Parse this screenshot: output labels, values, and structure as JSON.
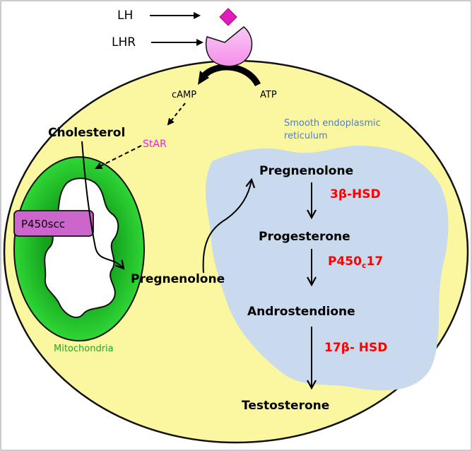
{
  "receptor": {
    "lh": "LH",
    "lhr": "LHR",
    "camp": "cAMP",
    "atp": "ATP"
  },
  "mitochondria": {
    "label": "Mitochondria",
    "cholesterol": "Cholesterol",
    "star": "StAR",
    "p450scc": "P450scc",
    "pregnenolone": "Pregnenolone"
  },
  "er": {
    "label_line1": "Smooth endoplasmic",
    "label_line2": "reticulum",
    "pregnenolone": "Pregnenolone",
    "enzyme1": "3β-HSD",
    "progesterone": "Progesterone",
    "enzyme2_base": "P450",
    "enzyme2_sub": "c",
    "enzyme2_suffix": "17",
    "androstendione": "Androstendione",
    "enzyme3": "17β- HSD",
    "testosterone": "Testosterone"
  },
  "colors": {
    "cell": "#fbf7a0",
    "mito": "#22cc2a",
    "er": "#c9d9ee",
    "enzyme": "#ff0000",
    "star": "#ee22dd",
    "lh": "#e01fb8",
    "receptor": "#f7a6f0",
    "p450box": "#cc66cc",
    "er_label": "#4a7fd0",
    "mito_label": "#1fa62a"
  }
}
